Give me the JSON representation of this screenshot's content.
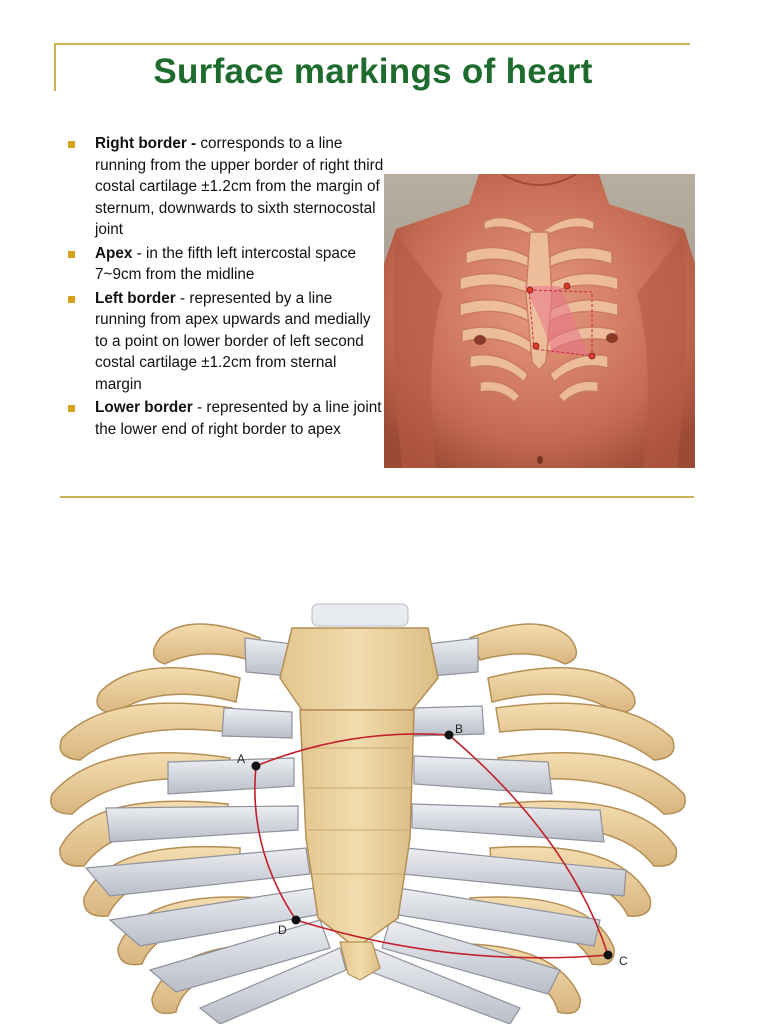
{
  "slide": {
    "title": "Surface markings of heart",
    "accent_color": "#c9b458",
    "title_color": "#1e6b2e",
    "bullet_color": "#d4a21c"
  },
  "bullets": [
    {
      "term": "Right border -",
      "text": " corresponds to a line running from the upper border of right third costal cartilage ±1.2cm from the margin of sternum, downwards to sixth sternocostal joint"
    },
    {
      "term": "Apex",
      "text": " - in the fifth left intercostal space 7~9cm from the midline"
    },
    {
      "term": "Left border",
      "text": " - represented by a line running from apex upwards and medially to a point on lower border of left second costal cartilage ±1.2cm from sternal margin"
    },
    {
      "term": "Lower border",
      "text": " - represented by a line joint the lower end of right border to apex"
    }
  ],
  "diagram": {
    "points": {
      "a": "A",
      "b": "B",
      "c": "C",
      "d": "D"
    }
  }
}
